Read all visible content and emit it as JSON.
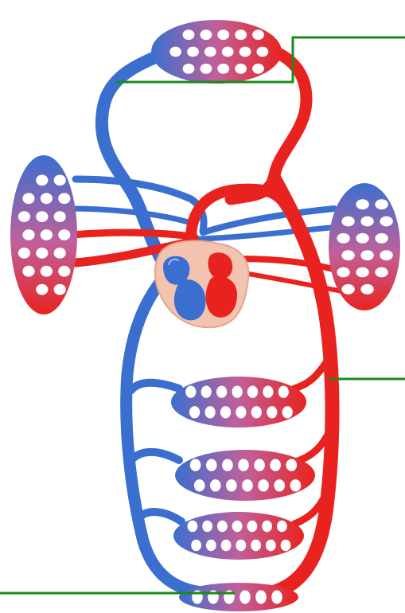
{
  "diagram": {
    "colors": {
      "artery": "#e8231f",
      "artery_dark": "#b3120f",
      "vein": "#3a6fd0",
      "vein_dark": "#1f4ea8",
      "capillary_mix": "#c0609a",
      "heart_pad": "#f4c3b0",
      "pointer": "#1a8a1a",
      "background": "#ffffff"
    },
    "capillary_beds": [
      "head-capillary-bed",
      "left-lung-capillary-bed",
      "right-lung-capillary-bed",
      "upper-body-capillary-bed",
      "middle-body-capillary-bed",
      "lower-body-capillary-bed",
      "legs-capillary-bed"
    ],
    "pointer_lines": [
      "pointer-top-right",
      "pointer-middle-right",
      "pointer-bottom-left"
    ],
    "labels": []
  }
}
